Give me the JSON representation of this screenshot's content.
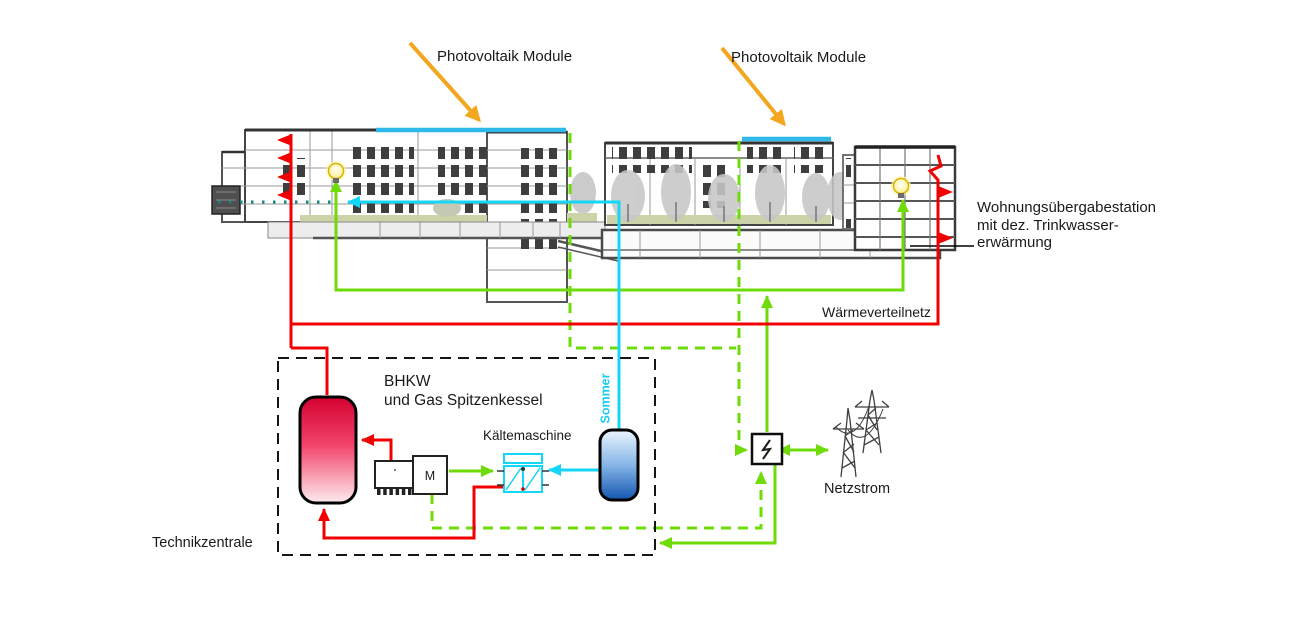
{
  "labels": {
    "pv_module_left": "Photovoltaik Module",
    "pv_module_right": "Photovoltaik Module",
    "transfer_station": [
      "Wohnungsübergabestation",
      "mit dez. Trinkwasser-",
      "erwärmung"
    ],
    "heat_network": "Wärmeverteilnetz",
    "bhkw": [
      "BHKW",
      "und Gas Spitzenkessel"
    ],
    "chiller": "Kältemaschine",
    "summer": "Sommer",
    "grid_power": "Netzstrom",
    "plant_room": "Technikzentrale",
    "motor": "M"
  },
  "colors": {
    "heat_red": "#f00000",
    "electricity_green": "#6fdc0a",
    "cold_cyan": "#14d6f6",
    "pv_roof_blue": "#2fb8ea",
    "sun_arrow_orange": "#f2a71f",
    "summer_label_cyan": "#18cdf2",
    "hot_tank_top": "#d40030",
    "cold_tank_bottom": "#1256ae",
    "plant_room_border": "#151515"
  },
  "icons": [
    "lamp-icon",
    "lamp-icon",
    "power-pylon-icon",
    "lightning-meter-icon",
    "hot-storage-tank",
    "cold-storage-tank",
    "chiller-icon",
    "bhkw-engine-icon"
  ]
}
